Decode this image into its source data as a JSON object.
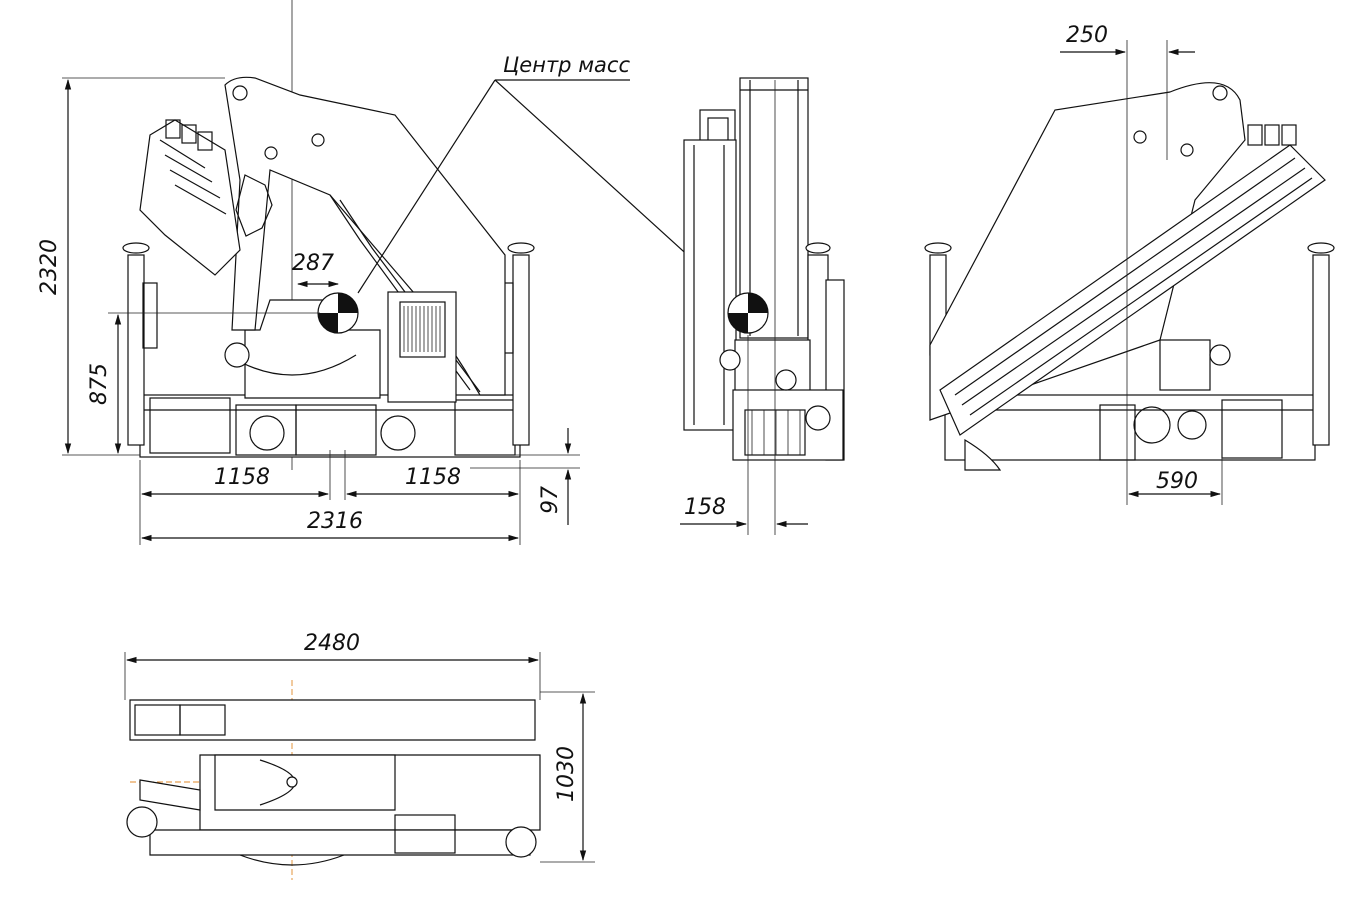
{
  "annotations": {
    "center_of_mass": "Центр масс"
  },
  "dimensions": {
    "side_height": "2320",
    "side_mount_height": "875",
    "side_com_offset": "287",
    "side_left_half": "1158",
    "side_right_half": "1158",
    "side_total_width": "2316",
    "side_base_drop": "97",
    "front_offset": "158",
    "rear_top_offset": "250",
    "rear_bottom_offset": "590",
    "top_length": "2480",
    "top_width": "1030"
  },
  "colors": {
    "line": "#111111",
    "centerline": "#e08a2a",
    "background": "#ffffff"
  }
}
